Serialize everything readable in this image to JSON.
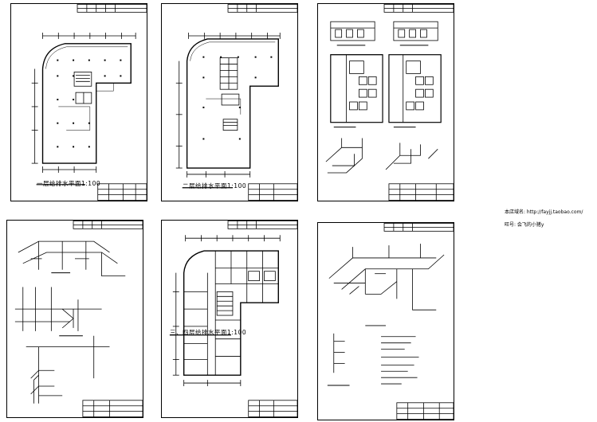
{
  "sheets": {
    "s1": {
      "title": "一层给排水平面1:100"
    },
    "s2": {
      "title": "二层给排水平面1:100"
    },
    "s5": {
      "title": "三、四层给排水平面1:100"
    }
  },
  "shop": {
    "domain_line": "本店域名: http://fayjj.taobao.com/",
    "name_line": "旺号: 会飞的小猪y"
  }
}
